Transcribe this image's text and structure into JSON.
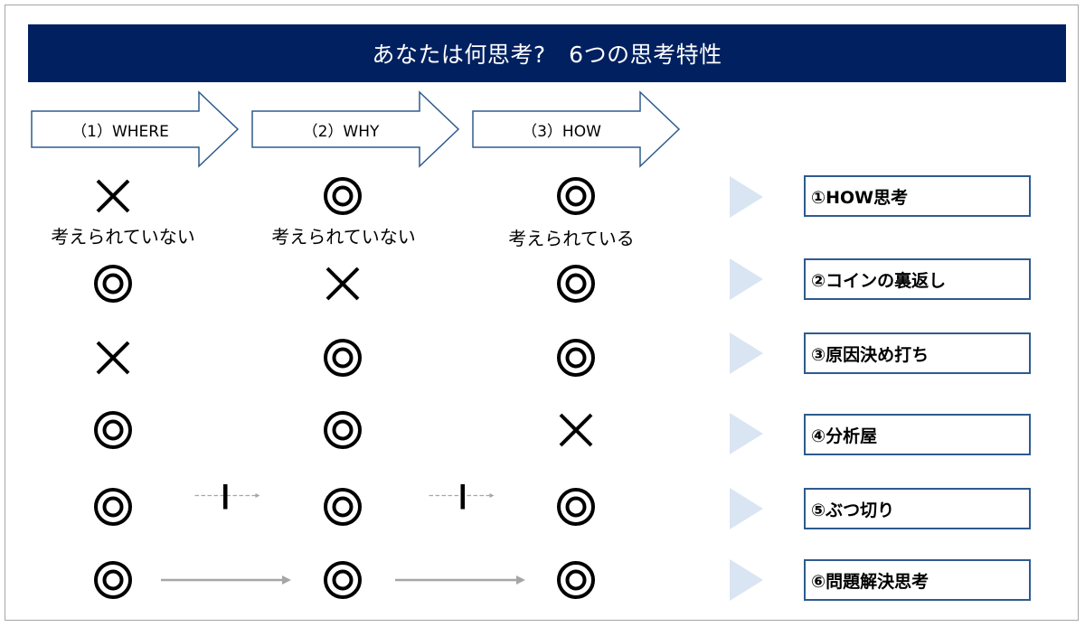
{
  "title": "あなたは何思考?　6つの思考特性",
  "headers": [
    "（1）WHERE",
    "（2）WHY",
    "（3）HOW"
  ],
  "captions": {
    "where_row1": "考えられていない",
    "why_row1": "考えられていない",
    "how_row1": "考えられている"
  },
  "results": [
    "①HOW思考",
    "②コインの裏返し",
    "③原因決め打ち",
    "④分析屋",
    "⑤ぶつ切り",
    "⑥問題解決思考"
  ],
  "grid": [
    [
      "cross",
      "double-circle",
      "double-circle"
    ],
    [
      "double-circle",
      "cross",
      "double-circle"
    ],
    [
      "cross",
      "double-circle",
      "double-circle"
    ],
    [
      "double-circle",
      "double-circle",
      "cross"
    ],
    [
      "double-circle",
      "double-circle",
      "double-circle"
    ],
    [
      "double-circle",
      "double-circle",
      "double-circle"
    ]
  ],
  "connectors": {
    "row5": "dashed-broken",
    "row6": "solid"
  },
  "colors": {
    "title_bg": "#002060",
    "arrow_border": "#2e5b8e",
    "pointer": "#dae5f3",
    "connector": "#a6a6a6"
  }
}
